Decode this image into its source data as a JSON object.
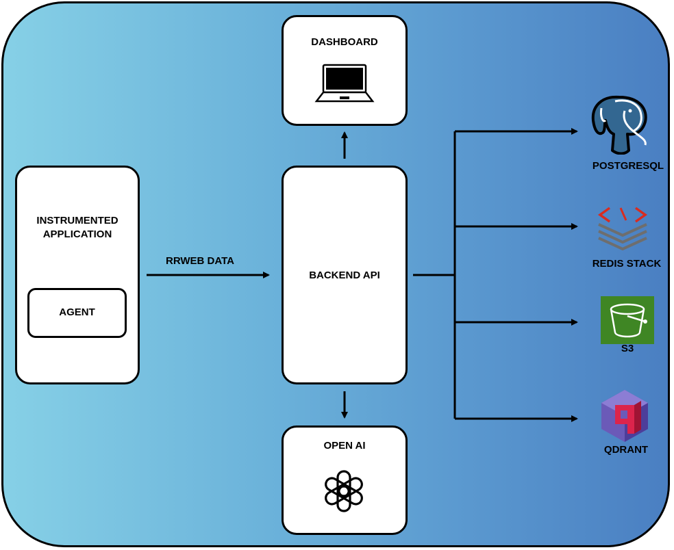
{
  "nodes": {
    "instrumented_app": {
      "label_line1": "INSTRUMENTED",
      "label_line2": "APPLICATION"
    },
    "agent": {
      "label": "AGENT"
    },
    "backend": {
      "label": "BACKEND API"
    },
    "dashboard": {
      "label": "DASHBOARD"
    },
    "openai": {
      "label": "OPEN AI"
    }
  },
  "edges": {
    "app_to_backend": {
      "label": "RRWEB DATA"
    }
  },
  "services": [
    {
      "label": "POSTGRESQL",
      "icon": "postgresql-elephant-icon"
    },
    {
      "label": "REDIS STACK",
      "icon": "redis-stack-icon"
    },
    {
      "label": "S3",
      "icon": "s3-bucket-icon"
    },
    {
      "label": "QDRANT",
      "icon": "qdrant-icon"
    }
  ],
  "colors": {
    "gradient_start": "#86d0e6",
    "gradient_end": "#4a7fc2",
    "postgres_blue": "#336791",
    "redis_red": "#d82c20",
    "s3_green": "#3f8624",
    "qdrant_pink": "#dc244c",
    "qdrant_purple": "#6b5ab8"
  }
}
